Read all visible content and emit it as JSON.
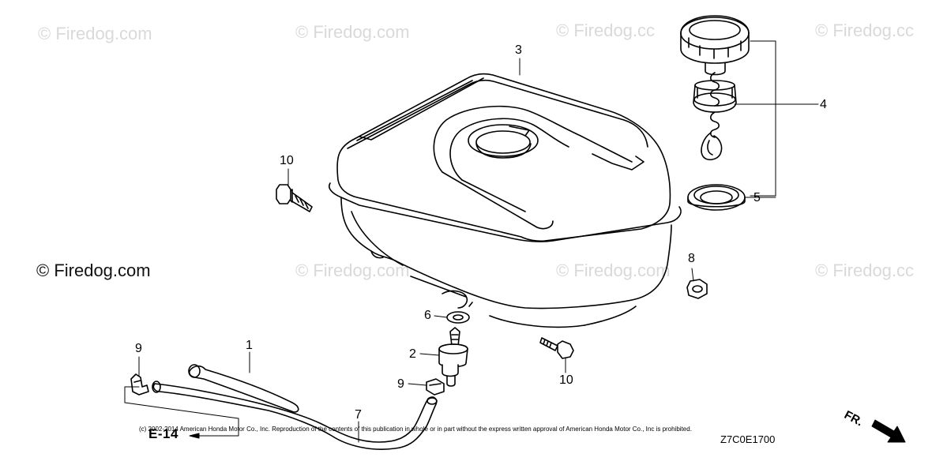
{
  "watermarks": [
    "© Firedog.com",
    "© Firedog.com",
    "© Firedog.cc",
    "© Firedog.cc",
    "© Firedog.com",
    "© Firedog.com",
    "© Firedog.com",
    "© Firedog.cc"
  ],
  "watermark_main": "© Firedog.com",
  "callouts": [
    "1",
    "2",
    "3",
    "4",
    "5",
    "6",
    "7",
    "8",
    "9",
    "9",
    "10",
    "10"
  ],
  "reference": "E-14",
  "copyright": "(c) 2002-2014 American Honda Motor Co., Inc. Reproduction of the contents of this publication in whole or in part without the express written approval of American Honda Motor Co., Inc is prohibited.",
  "diagram_code": "Z7C0E1700",
  "direction": "FR."
}
